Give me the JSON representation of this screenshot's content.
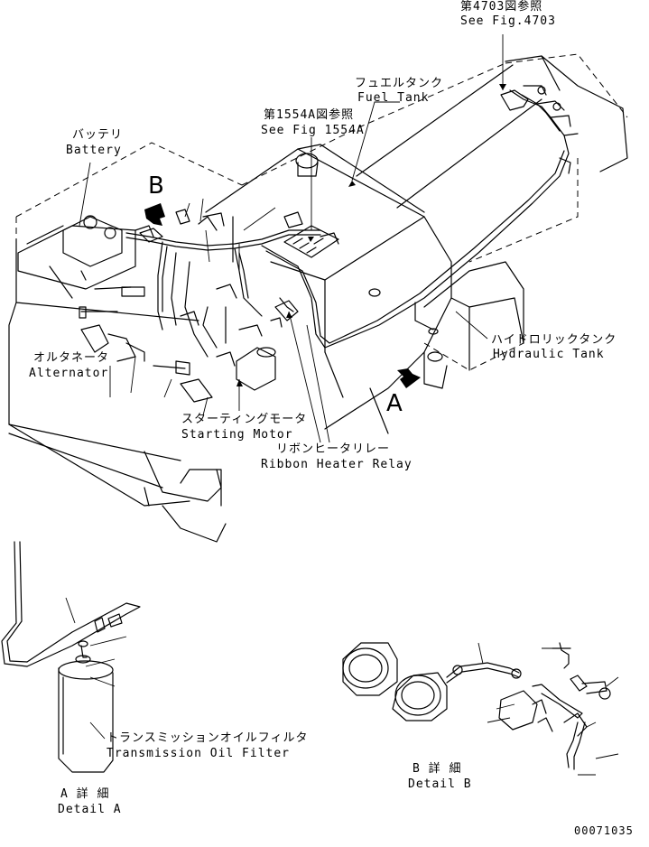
{
  "labels": {
    "ref4703": {
      "jp": "第4703図参照",
      "en": "See Fig.4703"
    },
    "fuel_tank": {
      "jp": "フュエルタンク",
      "en": "Fuel Tank"
    },
    "ref1554a": {
      "jp": "第1554A図参照",
      "en": "See Fig 1554A"
    },
    "battery": {
      "jp": "バッテリ",
      "en": "Battery"
    },
    "hydraulic_tank": {
      "jp": "ハイドロリックタンク",
      "en": "Hydraulic Tank"
    },
    "alternator": {
      "jp": "オルタネータ",
      "en": "Alternator"
    },
    "starting_motor": {
      "jp": "スターティングモータ",
      "en": "Starting Motor"
    },
    "ribbon_heater_relay": {
      "jp": "リボンヒータリレー",
      "en": "Ribbon Heater Relay"
    },
    "trans_oil_filter": {
      "jp": "トランスミッションオイルフィルタ",
      "en": "Transmission Oil Filter"
    },
    "detail_a": {
      "jp": "A 詳 細",
      "en": "Detail A"
    },
    "detail_b": {
      "jp": "B 詳 細",
      "en": "Detail B"
    }
  },
  "view_markers": {
    "a": "A",
    "b": "B"
  },
  "drawing_number": "00071035"
}
